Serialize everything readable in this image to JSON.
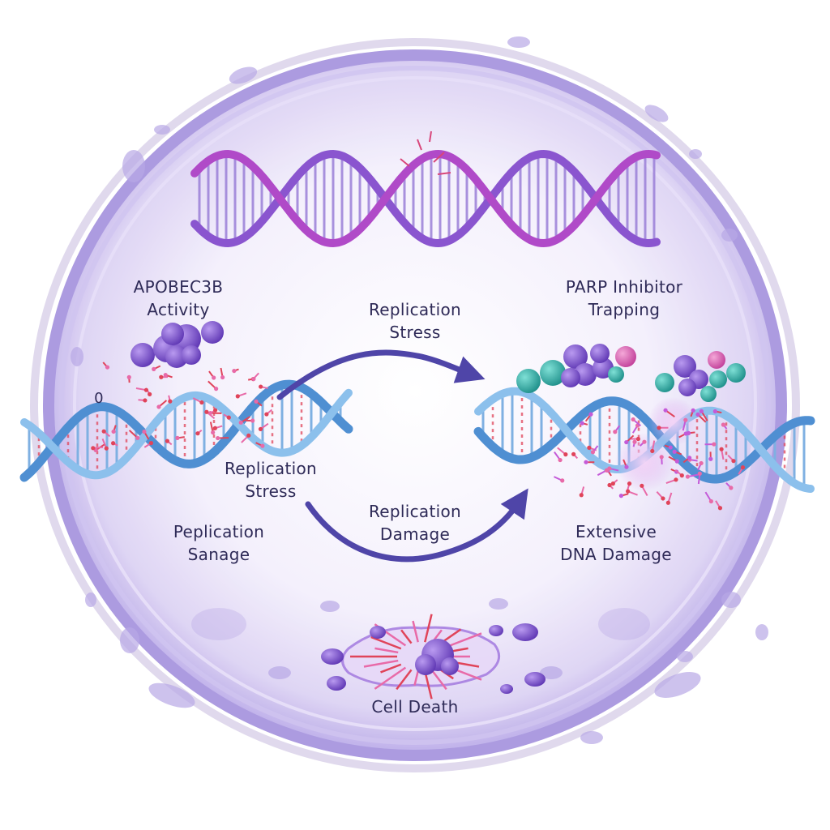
{
  "labels": {
    "apobec": [
      "APOBEC3B",
      "Activity"
    ],
    "replication_stress_top": [
      "Replication",
      "Stress"
    ],
    "parp": [
      "PARP Inhibitor",
      "Trapping"
    ],
    "replication_stress_mid": [
      "Replication",
      "Stress"
    ],
    "replication_damage": [
      "Replication",
      "Damage"
    ],
    "peplication_sanage": [
      "Peplication",
      "Sanage"
    ],
    "extensive_damage": [
      "Extensive",
      "DNA Damage"
    ],
    "cell_death": "Cell Death",
    "stray_mark": "0"
  },
  "colors": {
    "membrane": "#b7a9e6",
    "membrane_dark": "#9b8ad8",
    "cytoplasm": "#f4f0fc",
    "dna_blue": "#5b9bd8",
    "dna_blue_light": "#8cc0ec",
    "dna_purple": "#8a55cf",
    "dna_magenta": "#b04ac8",
    "arrow": "#5b4db3",
    "protein_purple": "#7a4fc8",
    "protein_teal": "#2fb0a8",
    "protein_pink": "#d768b8",
    "spark_red": "#e0445a",
    "spark_pink": "#e86aa8",
    "text": "#2e2a57"
  }
}
